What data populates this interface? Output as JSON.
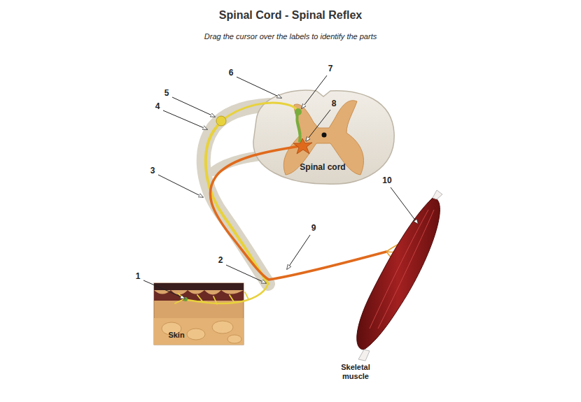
{
  "diagram": {
    "title": "Spinal Cord - Spinal Reflex",
    "labels": [
      "Drag the cursor over the labels to identify the parts",
      "6",
      "7",
      "5",
      "4",
      "8",
      "Spinal cord",
      "3",
      "10",
      "9",
      "2",
      "1",
      "Skin",
      "Skeletal muscle"
    ]
  }
}
